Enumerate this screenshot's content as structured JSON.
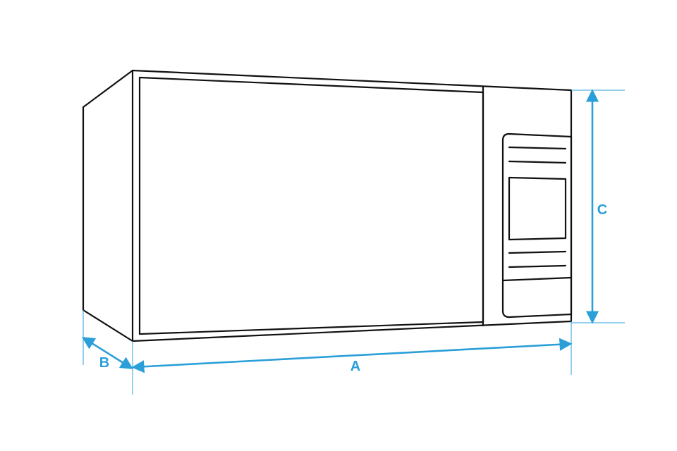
{
  "colors": {
    "outline": "#111111",
    "dimension": "#2a9fd8",
    "background": "#ffffff"
  },
  "dimensions": {
    "width_label": "A",
    "depth_label": "B",
    "height_label": "C"
  }
}
